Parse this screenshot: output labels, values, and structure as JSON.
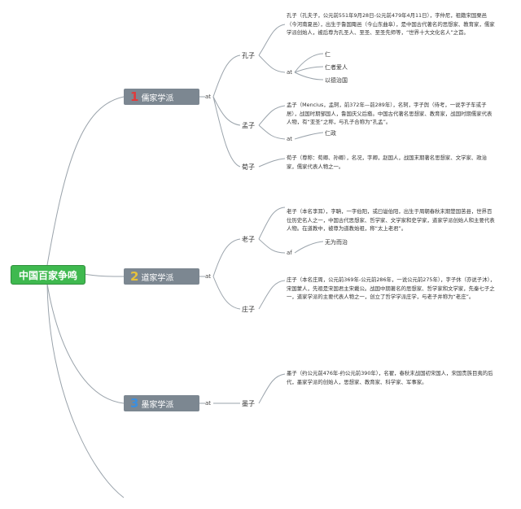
{
  "root": {
    "label": "中国百家争鸣"
  },
  "schools": [
    {
      "num": "1",
      "name": "儒家学派",
      "tag": "at"
    },
    {
      "num": "2",
      "name": "道家学派",
      "tag": "at"
    },
    {
      "num": "3",
      "name": "墨家学派",
      "tag": "at"
    }
  ],
  "confucius": {
    "name": "孔子",
    "desc": "孔子（孔夫子，公元前551年9月28日-公元前479年4月11日），字仲尼，祖籍宋国栗邑（今河南夏邑），出生于鲁国陬邑（今山东曲阜），是中国古代著名的思想家、教育家，儒家学派创始人，被后尊为孔圣人、至圣、至圣先师等，“世界十大文化名人”之首。",
    "tag": "at",
    "ideas": [
      "仁",
      "仁者爱人",
      "以德治国"
    ]
  },
  "mencius": {
    "name": "孟子",
    "desc": "孟子（Mencius，孟轲，前372年—前289年），名轲，字子舆（待考，一说字子车或子居），战国时期邹国人，鲁国庆父后裔。中国古代著名思想家、教育家，战国时期儒家代表人物，有“亚圣”之称，与孔子合称为“孔孟”。",
    "tag": "at",
    "ideas": [
      "仁政"
    ]
  },
  "xunzi": {
    "name": "荀子",
    "desc": "荀子（尊称：荀卿、孙卿），名况，字卿，赵国人，战国末期著名思想家、文学家、政治家，儒家代表人物之一。"
  },
  "laozi": {
    "name": "老子",
    "desc": "老子（本名李耳），字聃，一字伯阳，或曰谥伯阳，出生于周朝春秋末期楚国苦县，世界百位历史名人之一，中国古代思想家、哲学家、文学家和史学家，道家学派创始人和主要代表人物。在道教中，被尊为道教始祖，称“太上老君”。",
    "tag": "af",
    "ideas": [
      "无为而治"
    ]
  },
  "zhuangzi": {
    "name": "庄子",
    "desc": "庄子（本名庄周，公元前369年-公元前286年，一说公元前275年），字子休（亦说子沐），宋国蒙人，先祖是宋国君主宋戴公。战国中期著名的思想家、哲学家和文学家，先秦七子之一，道家学派的主要代表人物之一，创立了哲学学派庄学，与老子并称为“老庄”。"
  },
  "mozi": {
    "name": "墨子",
    "desc": "墨子（约公元前476年-约公元前390年），名翟，春秋末战国初宋国人，宋国贵族目夷的后代，墨家学派的创始人，思想家、教育家、科学家、军事家。"
  }
}
